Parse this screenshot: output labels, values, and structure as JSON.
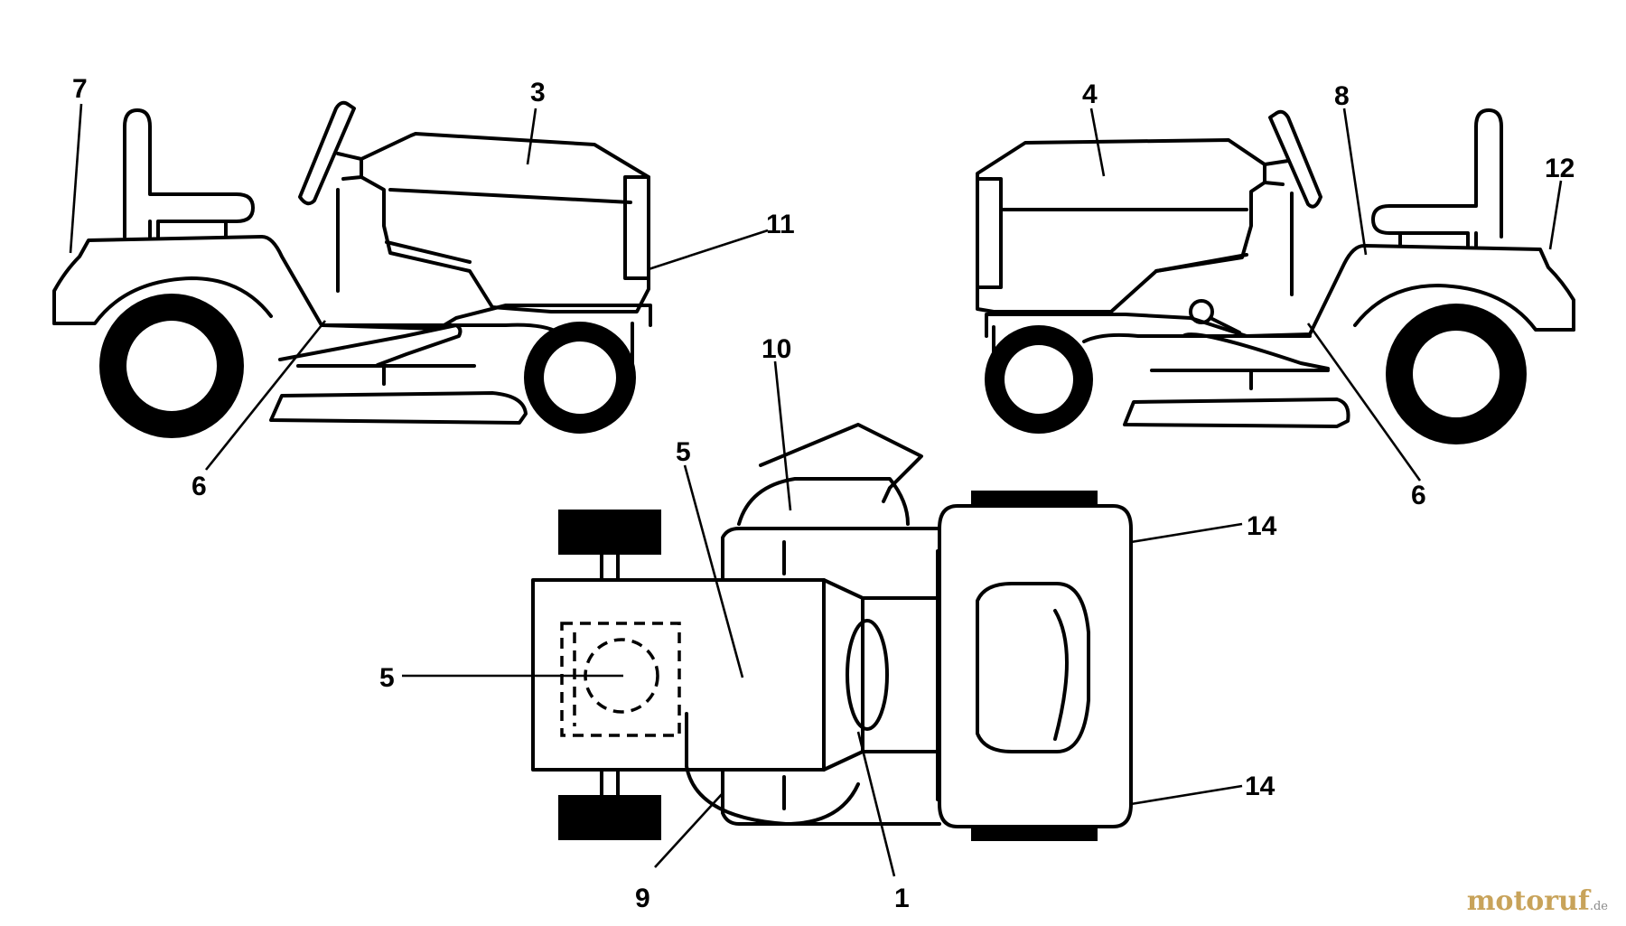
{
  "callouts": {
    "c1": "1",
    "c3": "3",
    "c4": "4",
    "c5a": "5",
    "c5b": "5",
    "c6a": "6",
    "c6b": "6",
    "c7": "7",
    "c8": "8",
    "c9": "9",
    "c10": "10",
    "c11": "11",
    "c12": "12",
    "c14a": "14",
    "c14b": "14"
  },
  "watermark": {
    "brand": "motoruf",
    "suffix": ".de"
  }
}
